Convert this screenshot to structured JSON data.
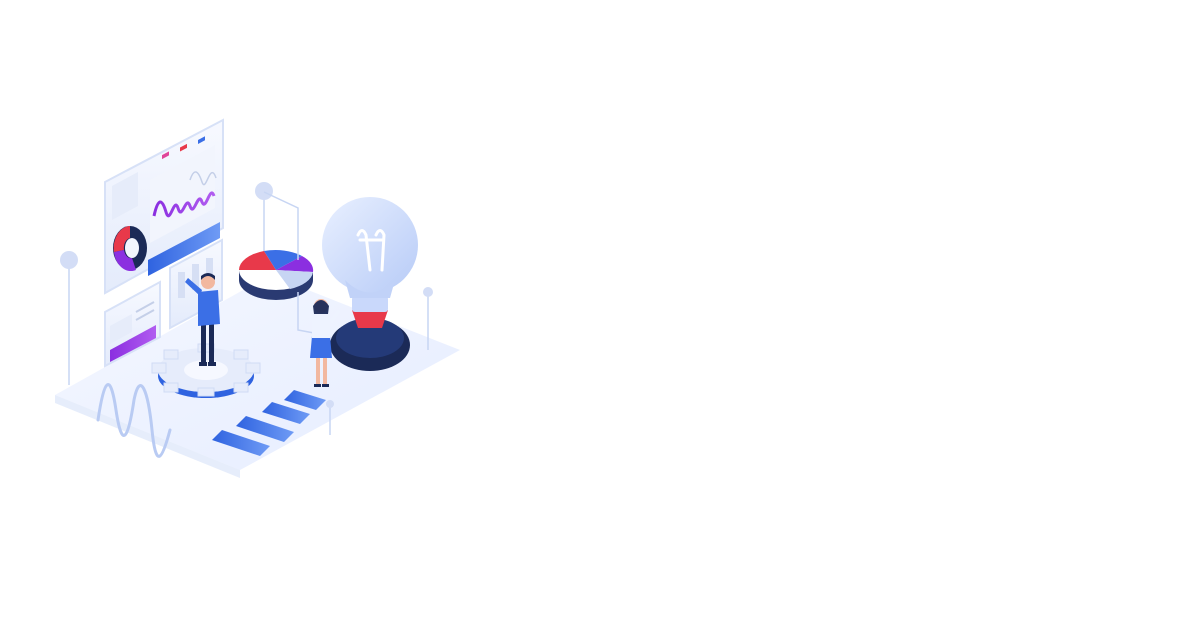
{
  "scene": {
    "background_color": "#ffffff",
    "illustration": "isometric-data-analytics",
    "colors": {
      "primary_blue": "#3b6fe6",
      "light_blue": "#c9d8fb",
      "pale_blue": "#eef3ff",
      "navy": "#1b2a57",
      "purple": "#8b2fe0",
      "red": "#e8394a",
      "pink": "#e0459a"
    },
    "elements": [
      "dashboard-panel-icon",
      "donut-chart-icon",
      "wave-chart-icon",
      "pie-chart-icon",
      "lightbulb-icon",
      "gear-icon",
      "man-figure",
      "woman-figure",
      "bar-stripes-icon",
      "signal-wave-icon"
    ]
  }
}
